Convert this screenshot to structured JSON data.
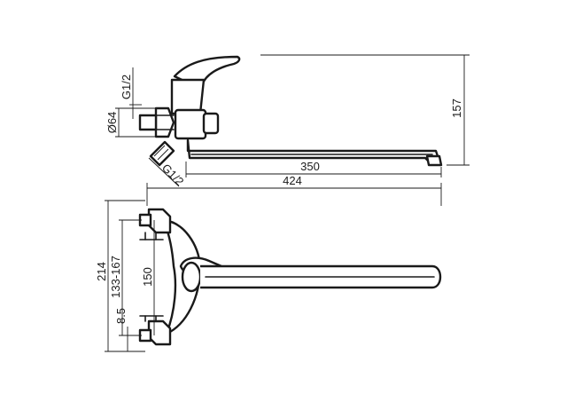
{
  "dimensions": {
    "overall_height": "157",
    "thread_top": "G1/2",
    "body_diameter": "Ø64",
    "thread_bottom": "G1/2",
    "spout_reach": "350",
    "overall_length": "424",
    "total_height": "214",
    "center_range": "133-167",
    "center_distance": "150",
    "offset": "8.5"
  }
}
